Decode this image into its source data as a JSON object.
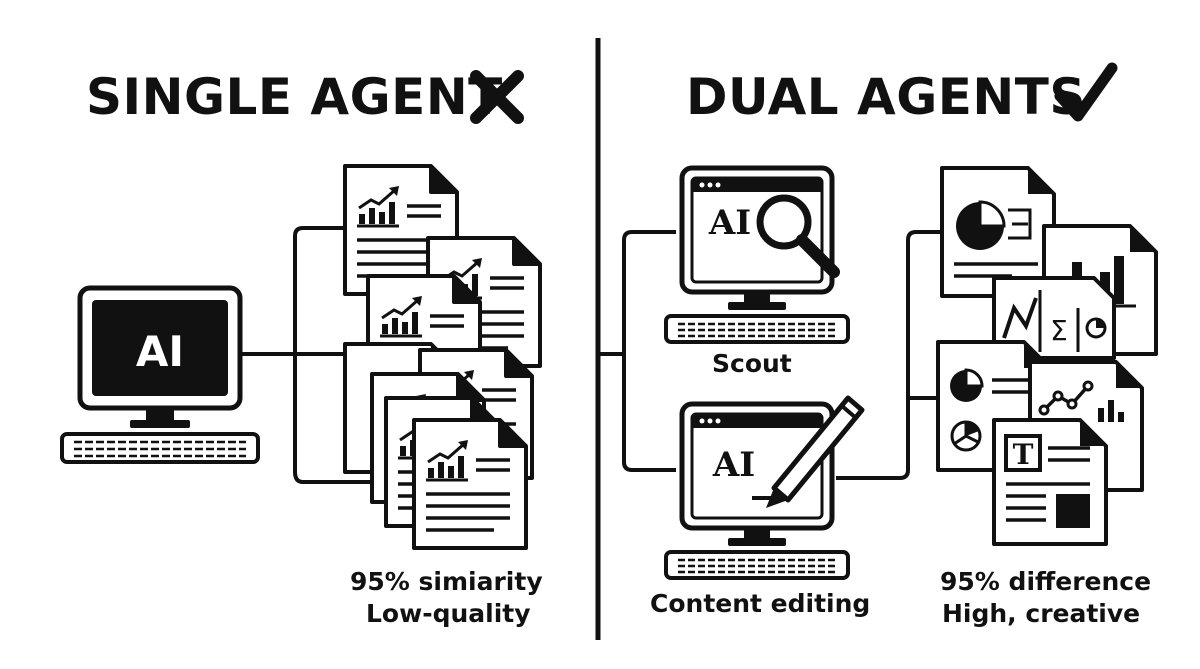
{
  "left_panel": {
    "title": "SINGLE AGENT",
    "title_mark_icon": "cross-icon",
    "computer_label": "AI",
    "caption_line1": "95% simiarity",
    "caption_line2": "Low-quality"
  },
  "right_panel": {
    "title": "DUAL AGENTS",
    "title_mark_icon": "check-icon",
    "scout_computer_label": "AI",
    "scout_label": "Scout",
    "editor_computer_label": "AI",
    "editor_label": "Content editing",
    "caption_line1": "95% difference",
    "caption_line2": "High, creative",
    "doc_icon_letter": "T",
    "doc_icon_sigma": "Σ"
  },
  "colors": {
    "ink": "#111111",
    "background": "#ffffff"
  }
}
